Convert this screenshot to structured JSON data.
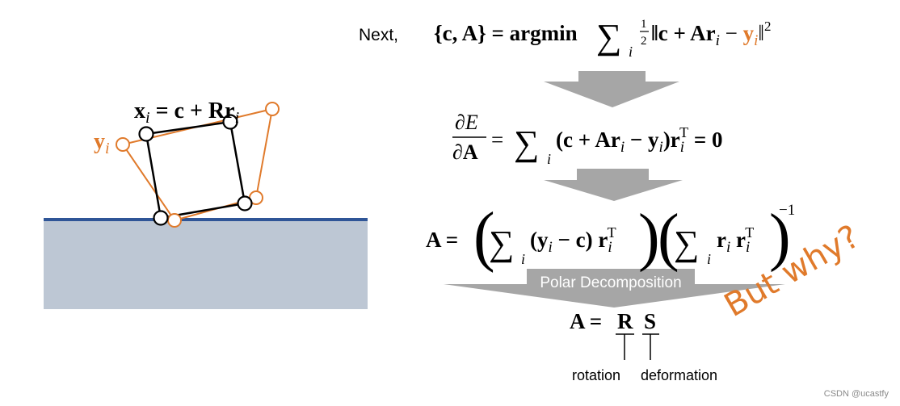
{
  "colors": {
    "orange": "#E07A2B",
    "ground_fill": "#BDC7D4",
    "ground_line": "#2F5597",
    "arrow_fill": "#A6A6A6",
    "text": "#000000"
  },
  "slide": {
    "next_label": "Next,",
    "polar_label": "Polar Decomposition",
    "rotation_label": "rotation",
    "deformation_label": "deformation",
    "but_why": "But why?",
    "watermark": "CSDN @ucastfy"
  },
  "equations": {
    "argmin_lhs": "{c, A} = argmin",
    "argmin_rhs": "‖c + Ar",
    "argmin_minus": " − ",
    "argmin_y": "y",
    "argmin_tail": "‖",
    "gradient_num": "∂E",
    "gradient_den": "∂A",
    "gradient_body": "(c + Ar",
    "gradient_body2": " − y",
    "gradient_tail": ")r",
    "gradient_eq": " = 0",
    "solve_lhs": "A =",
    "solve_p1": "(y",
    "solve_p2": " − c)  r",
    "solve_p3": "r",
    "solve_p4": "  r",
    "exp_inv": "−1",
    "polar_a": "A =",
    "polar_r": "R",
    "polar_s": "S",
    "diagram_x": "x",
    "diagram_eq": " = c + Rr",
    "diagram_y": "y"
  }
}
